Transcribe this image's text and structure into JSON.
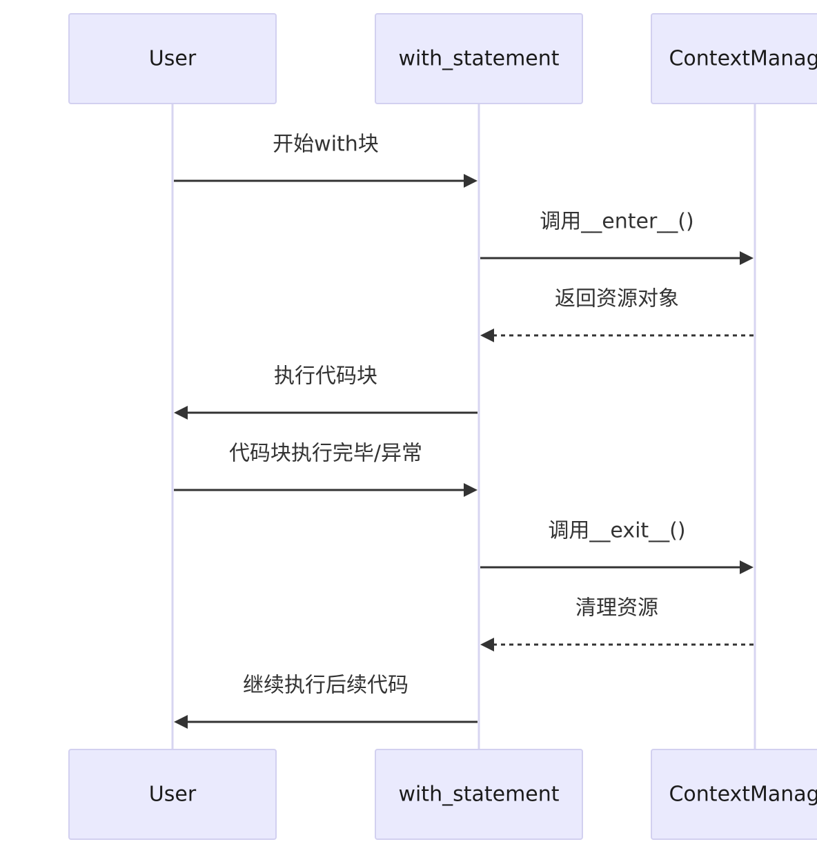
{
  "diagram": {
    "type": "sequence",
    "participants": [
      {
        "id": "user",
        "label": "User"
      },
      {
        "id": "with",
        "label": "with_statement"
      },
      {
        "id": "ctx",
        "label": "ContextManager"
      }
    ],
    "messages": [
      {
        "from": "user",
        "to": "with",
        "label": "开始with块",
        "style": "solid"
      },
      {
        "from": "with",
        "to": "ctx",
        "label": "调用__enter__()",
        "style": "solid"
      },
      {
        "from": "ctx",
        "to": "with",
        "label": "返回资源对象",
        "style": "dashed"
      },
      {
        "from": "with",
        "to": "user",
        "label": "执行代码块",
        "style": "solid"
      },
      {
        "from": "user",
        "to": "with",
        "label": "代码块执行完毕/异常",
        "style": "solid"
      },
      {
        "from": "with",
        "to": "ctx",
        "label": "调用__exit__()",
        "style": "solid"
      },
      {
        "from": "ctx",
        "to": "with",
        "label": "清理资源",
        "style": "dashed"
      },
      {
        "from": "with",
        "to": "user",
        "label": "继续执行后续代码",
        "style": "solid"
      }
    ],
    "colors": {
      "actor_fill": "#eaeafd",
      "actor_border": "#d2d0f0",
      "lifeline": "#d7d5f1",
      "message": "#333333"
    }
  }
}
